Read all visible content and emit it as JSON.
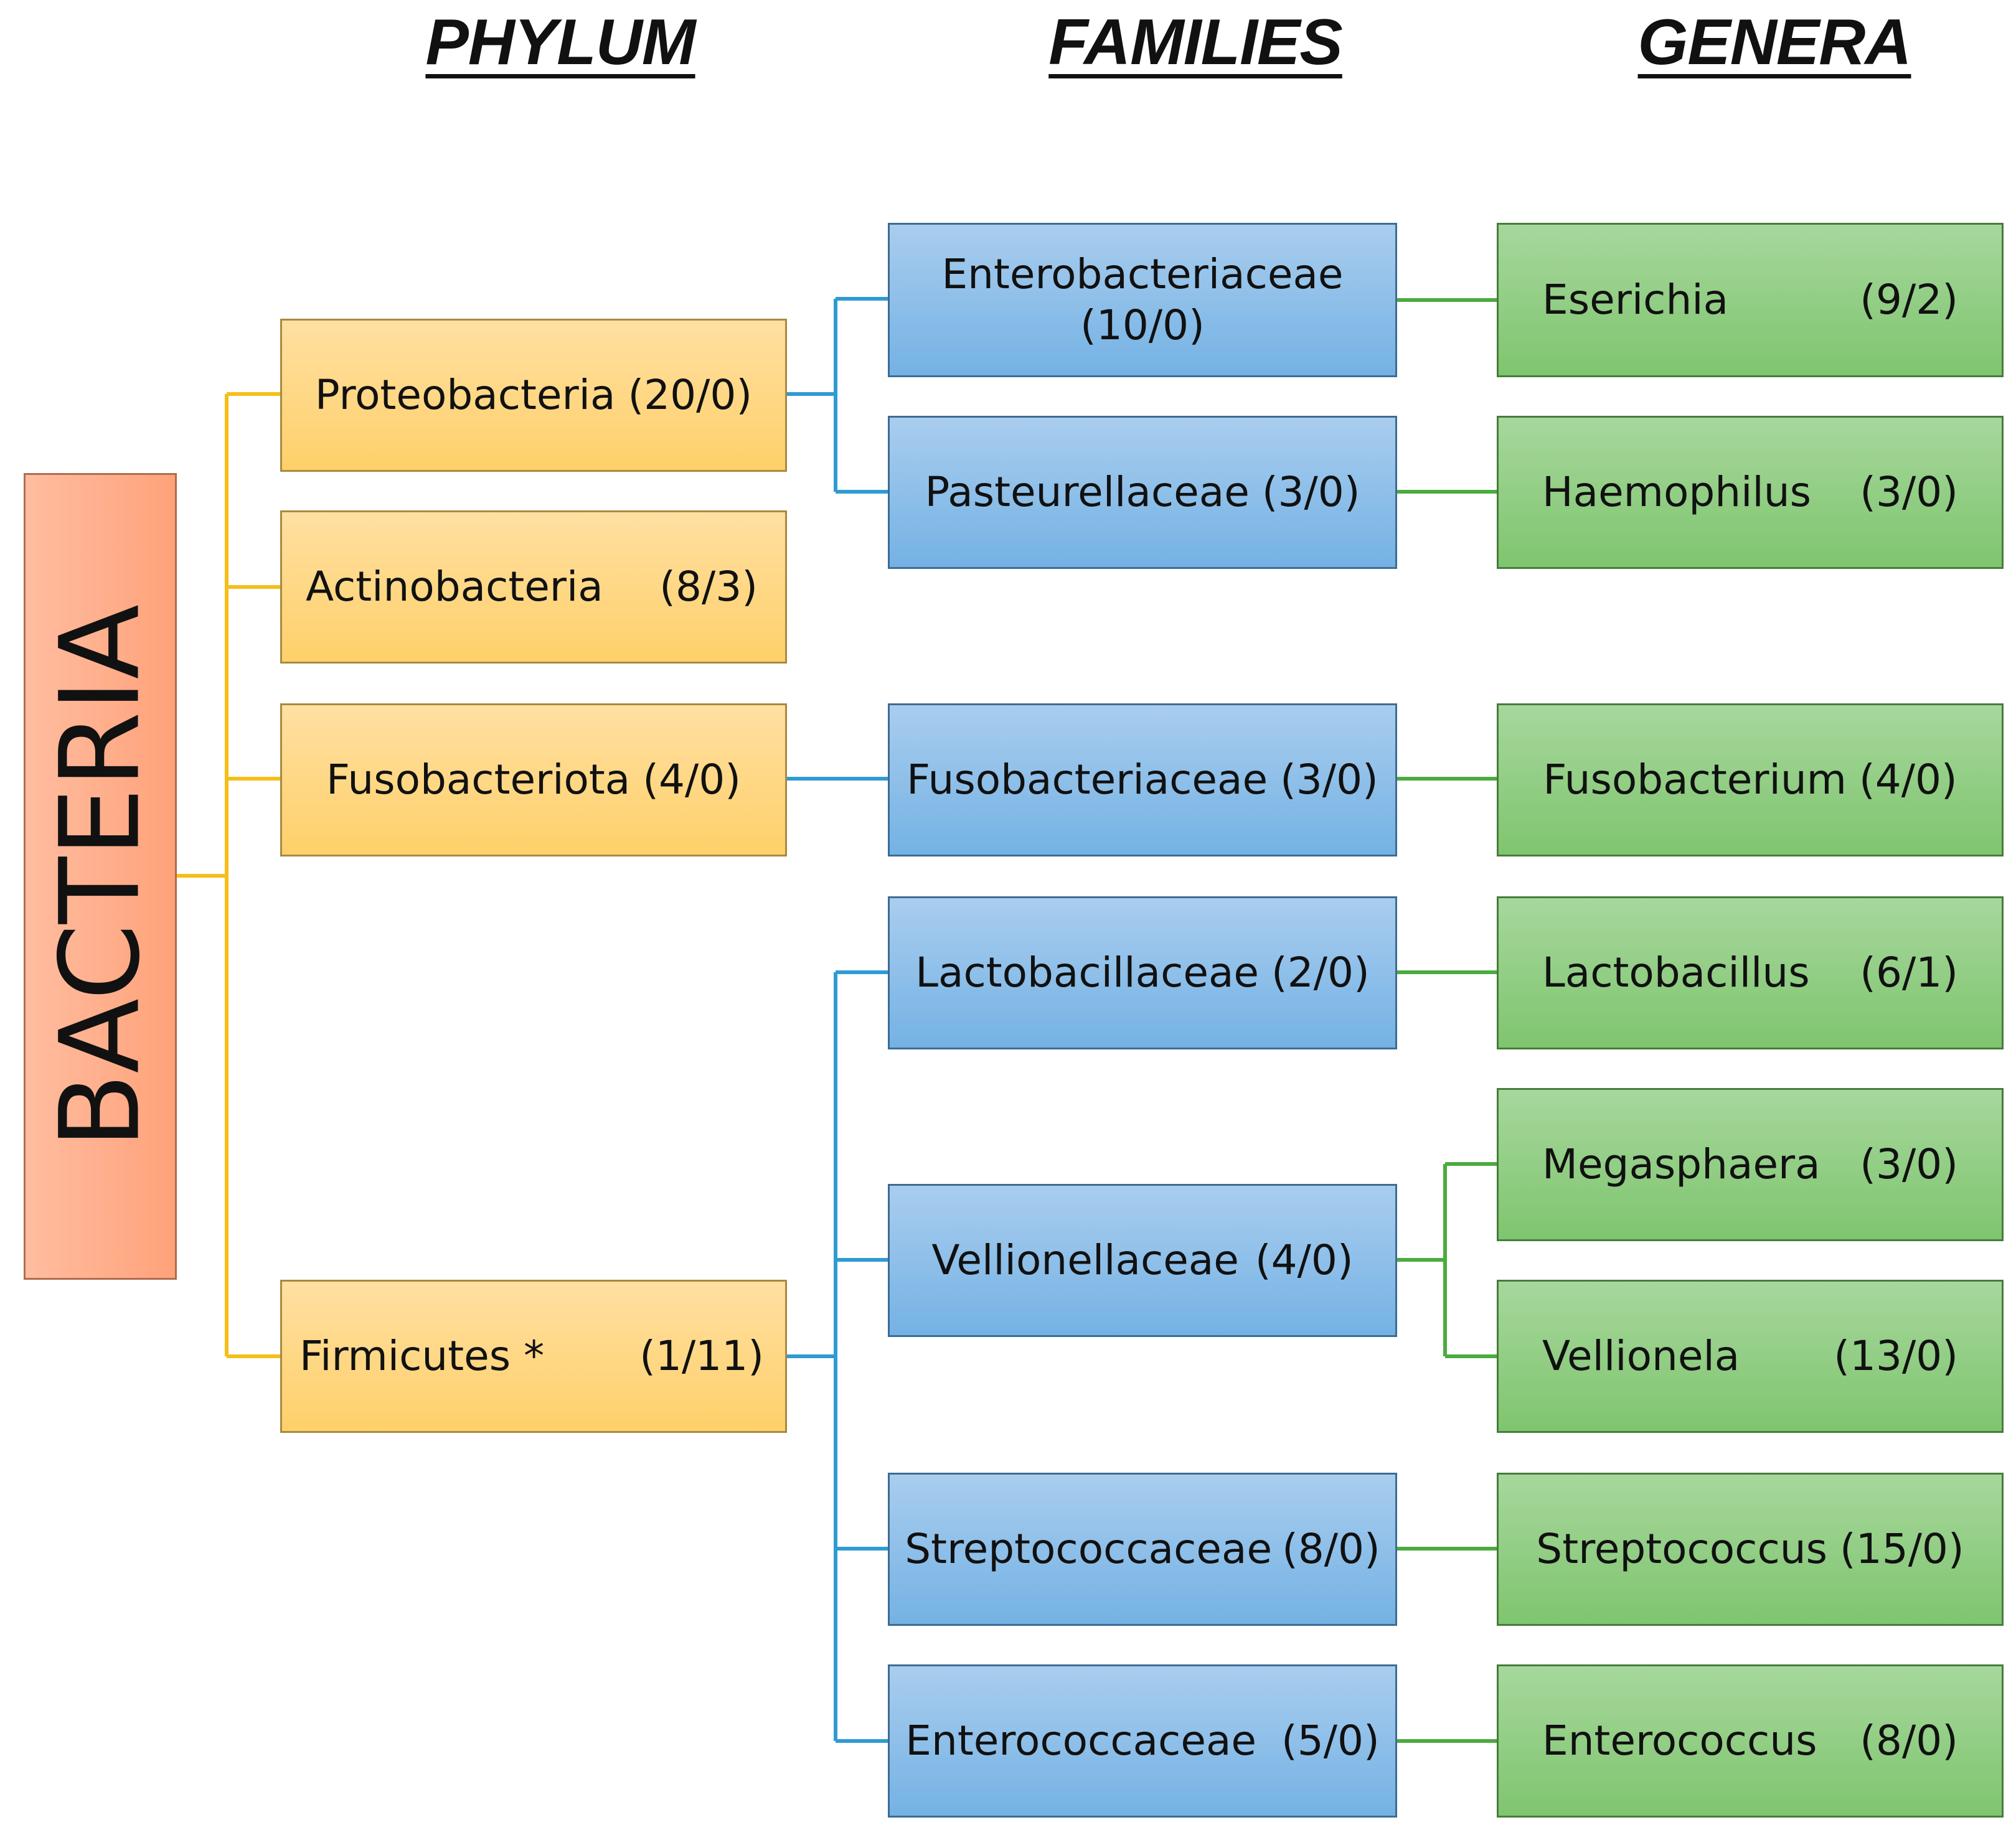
{
  "headers": {
    "phylum": "PHYLUM",
    "families": "FAMILIES",
    "genera": "GENERA"
  },
  "root": {
    "label": "BACTERIA"
  },
  "phyla": [
    {
      "name": "Proteobacteria",
      "count": "(20/0)"
    },
    {
      "name": "Actinobacteria",
      "count": "(8/3)"
    },
    {
      "name": "Fusobacteriota",
      "count": "(4/0)"
    },
    {
      "name": "Firmicutes *",
      "count": "(1/11)"
    }
  ],
  "families": [
    {
      "name": "Enterobacteriaceae",
      "count": "(10/0)"
    },
    {
      "name": "Pasteurellaceae",
      "count": "(3/0)"
    },
    {
      "name": "Fusobacteriaceae",
      "count": "(3/0)"
    },
    {
      "name": "Lactobacillaceae",
      "count": "(2/0)"
    },
    {
      "name": "Vellionellaceae",
      "count": "(4/0)"
    },
    {
      "name": "Streptococcaceae",
      "count": "(8/0)"
    },
    {
      "name": "Enterococcaceae",
      "count": "(5/0)"
    }
  ],
  "genera": [
    {
      "name": "Eserichia",
      "count": "(9/2)"
    },
    {
      "name": "Haemophilus",
      "count": "(3/0)"
    },
    {
      "name": "Fusobacterium",
      "count": "(4/0)"
    },
    {
      "name": "Lactobacillus",
      "count": "(6/1)"
    },
    {
      "name": "Megasphaera",
      "count": "(3/0)"
    },
    {
      "name": "Vellionela",
      "count": "(13/0)"
    },
    {
      "name": "Streptococcus",
      "count": "(15/0)"
    },
    {
      "name": "Enterococcus",
      "count": "(8/0)"
    }
  ],
  "colors": {
    "phylum_connector": "#f5bf19",
    "family_connector": "#2f9bd3",
    "genus_connector": "#4aab3e"
  }
}
